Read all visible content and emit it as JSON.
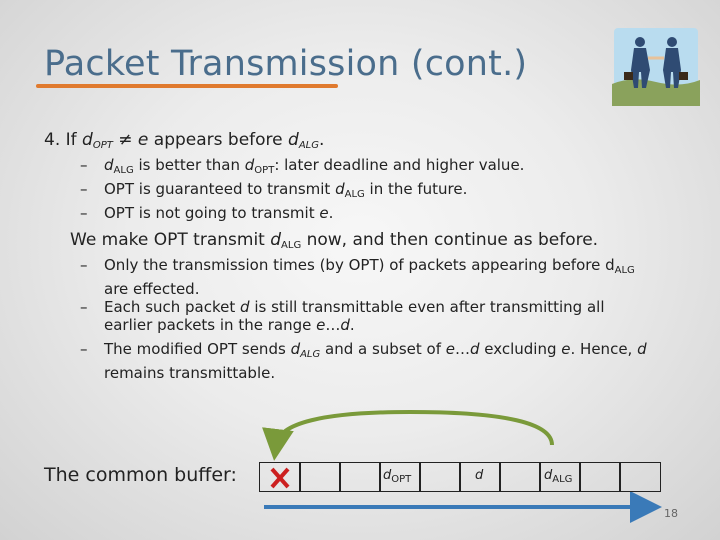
{
  "slide": {
    "title": "Packet Transmission (cont.)",
    "page_number": "18",
    "accent_color": "#e07a2e",
    "arrow_color": "#7a9a3a",
    "axis_color": "#3a7ab8",
    "cross_color": "#cc1f1f"
  },
  "point": {
    "number": "4.",
    "text_prefix": "If ",
    "d": "d",
    "opt": "OPT",
    "neq": " ≠ ",
    "e": "e",
    "text_mid": " appears before ",
    "alg": "ALG",
    "period": "."
  },
  "bullets_a": [
    {
      "p1": "d",
      "s1": "ALG",
      "p2": " is better than ",
      "p3": "d",
      "s2": "OPT",
      "p4": ": later deadline and higher value."
    },
    {
      "p1": "OPT is guaranteed to transmit ",
      "p2": "d",
      "s1": "ALG",
      "p3": " in the future."
    },
    {
      "p1": "OPT is not going to transmit ",
      "p2": "e",
      "p3": "."
    }
  ],
  "statement": {
    "p1": "We make OPT transmit ",
    "p2": "d",
    "s1": "ALG",
    "p3": " now, and then continue as before."
  },
  "bullets_b": [
    {
      "line1": "Only the transmission times (by OPT) of packets appearing before d",
      "sub": "ALG",
      "line2": "are effected."
    },
    {
      "p1": "Each such packet ",
      "d": "d",
      "p2": " is still transmittable even after transmitting all",
      "line2_a": "earlier packets in the range ",
      "e": "e",
      "dots": "…",
      "d2": "d",
      "end": "."
    },
    {
      "p1": "The modified OPT sends ",
      "d": "d",
      "sub": "ALG",
      "p2": " and a subset of ",
      "e": "e",
      "dots": "…",
      "d2": "d",
      "p3": " excluding ",
      "e2": "e",
      "p4": ". Hence, ",
      "d3": "d",
      "line2": "remains transmittable."
    }
  ],
  "buffer": {
    "label": "The common buffer:",
    "cells": [
      "",
      "",
      "",
      "d|OPT",
      "",
      "d",
      "",
      "d|ALG",
      "",
      ""
    ],
    "d_label": "d",
    "opt_sub": "OPT",
    "alg_sub": "ALG"
  },
  "icons": [
    "handshake-clipart-icon",
    "cross-icon",
    "arc-arrow-icon",
    "axis-arrow-icon"
  ]
}
